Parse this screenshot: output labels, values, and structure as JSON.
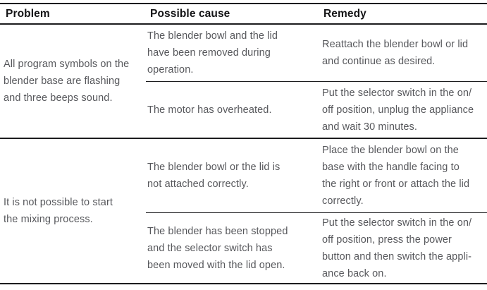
{
  "colors": {
    "background": "#ffffff",
    "rule": "#1c1c1e",
    "header_text": "#141416",
    "body_text": "#57585c"
  },
  "table": {
    "headers": {
      "problem": "Problem",
      "cause": "Possible cause",
      "remedy": "Remedy"
    },
    "groups": [
      {
        "problem": [
          "All program symbols on the",
          "blender base are flashing",
          "and three beeps sound."
        ],
        "rows": [
          {
            "cause": [
              "The blender bowl and the lid",
              "have been removed during",
              "operation."
            ],
            "remedy": [
              "Reattach the blender bowl or lid",
              "and continue as desired."
            ]
          },
          {
            "cause": [
              "The motor has overheated."
            ],
            "remedy": [
              "Put the selector switch in the on/",
              "off position, unplug the appliance",
              "and wait 30 minutes."
            ]
          }
        ]
      },
      {
        "problem": [
          "It is not possible to start",
          "the mixing process."
        ],
        "rows": [
          {
            "cause": [
              "The blender bowl or the lid is",
              "not attached correctly."
            ],
            "remedy": [
              "Place the blender bowl on the",
              "base with the handle facing to",
              "the right or front or attach the lid",
              "correctly."
            ]
          },
          {
            "cause": [
              "The blender has been stopped",
              "and the selector switch has",
              "been moved with the lid open."
            ],
            "remedy": [
              "Put the selector switch in the on/",
              "off position, press the power",
              "button and then switch the appli-",
              "ance back on."
            ]
          }
        ]
      }
    ]
  }
}
